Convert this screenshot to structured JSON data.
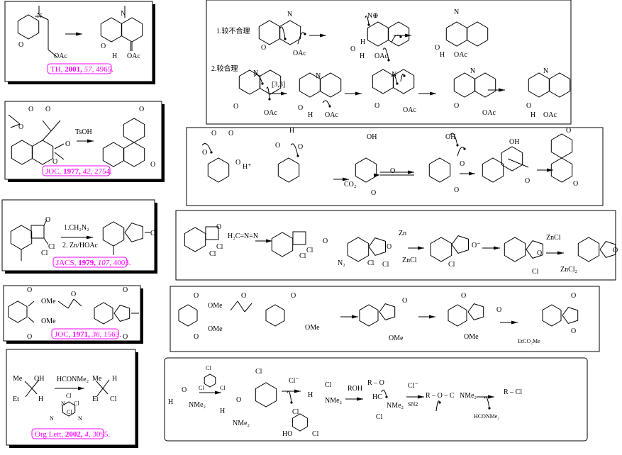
{
  "references": [
    {
      "journal": "TH,",
      "year": "2001,",
      "volume": "57,",
      "page": "4965."
    },
    {
      "journal": "JOC,",
      "year": "1977,",
      "volume": "42,",
      "page": "2754."
    },
    {
      "journal": "JACS,",
      "year": "1979,",
      "volume": "107,",
      "page": "4003."
    },
    {
      "journal": "JOC,",
      "year": "1971,",
      "volume": "36,",
      "page": "1563."
    },
    {
      "journal": "Org Lett,",
      "year": "2002,",
      "volume": "4,",
      "page": "3095."
    }
  ],
  "reagents": {
    "tsoh": "TsOH",
    "ch2n2": "1.CH₂N₂",
    "zn_hoac": "2. Zn/HOAc",
    "hconme2": "HCONMe₂",
    "roh": "ROH",
    "cl_minus": "Cl⁻",
    "sn2": "SN2",
    "h_plus": "H⁺",
    "co2": "CO₂",
    "zn": "Zn",
    "zncl2": "ZnCl₂",
    "hconme2_out": "HCONMe₂",
    "etco2me": "EtCO₂Me"
  },
  "mechanism_labels": {
    "less_reasonable": "1.较不合理",
    "more_reasonable": "2.较合理",
    "sigmatropic": "[3,3]"
  },
  "atom_labels": {
    "box1": [
      "N",
      "O",
      "OAc",
      "N",
      "O",
      "H",
      "OAc"
    ],
    "box2": [
      "O",
      "O",
      "O",
      "O",
      "O",
      "O",
      "O"
    ],
    "box3": [
      "O",
      "Cl",
      "Cl",
      "O"
    ],
    "box4": [
      "O",
      "OMe",
      "O",
      "OMe",
      "O",
      "O",
      "O"
    ],
    "box5": [
      "Me",
      "OH",
      "Et",
      "H",
      "Me",
      "H",
      "Et",
      "Cl",
      "Cl",
      "N",
      "N",
      "N",
      "Cl",
      "Cl"
    ],
    "mechA": [
      "N",
      "O",
      "OAc",
      "N⊕",
      "O",
      "H",
      "H",
      "OAc",
      "N",
      "O",
      "H",
      "OAc",
      "N",
      "O",
      "OAc",
      "N",
      "O",
      "H",
      "OAc",
      "N",
      "O",
      "OAc",
      "N",
      "O",
      "OAc",
      "N",
      "O",
      "H",
      "OAc"
    ],
    "mechB": [
      "O",
      "O",
      "O",
      "O",
      "H",
      "O",
      "O",
      "OH",
      "O",
      "O",
      "OH",
      "O",
      "O",
      "OH",
      "O",
      "O",
      "O"
    ],
    "mechC": [
      "O",
      "Cl",
      "Cl",
      "H₂C=N=N",
      "O",
      "Cl",
      "Cl",
      "N₂",
      "O",
      "Cl",
      "Cl",
      "O⁻",
      "Cl",
      "ZnCl",
      "O",
      "Cl",
      "ZnCl",
      "O"
    ],
    "mechD": [
      "O",
      "OMe",
      "O",
      "OMe",
      "O",
      "O",
      "OMe",
      "O",
      "OMe",
      "O",
      "O",
      "OMe",
      "O",
      "O"
    ],
    "mechE": [
      "H",
      "O",
      "NMe₂",
      "Cl",
      "Cl",
      "Cl",
      "O",
      "H",
      "NMe₂",
      "Cl",
      "H",
      "Cl",
      "NMe₂",
      "Cl",
      "HO",
      "Cl",
      "R – O",
      "HC",
      "NMe₂",
      "Cl",
      "R – O – C",
      "NMe₂",
      "R – Cl"
    ]
  }
}
